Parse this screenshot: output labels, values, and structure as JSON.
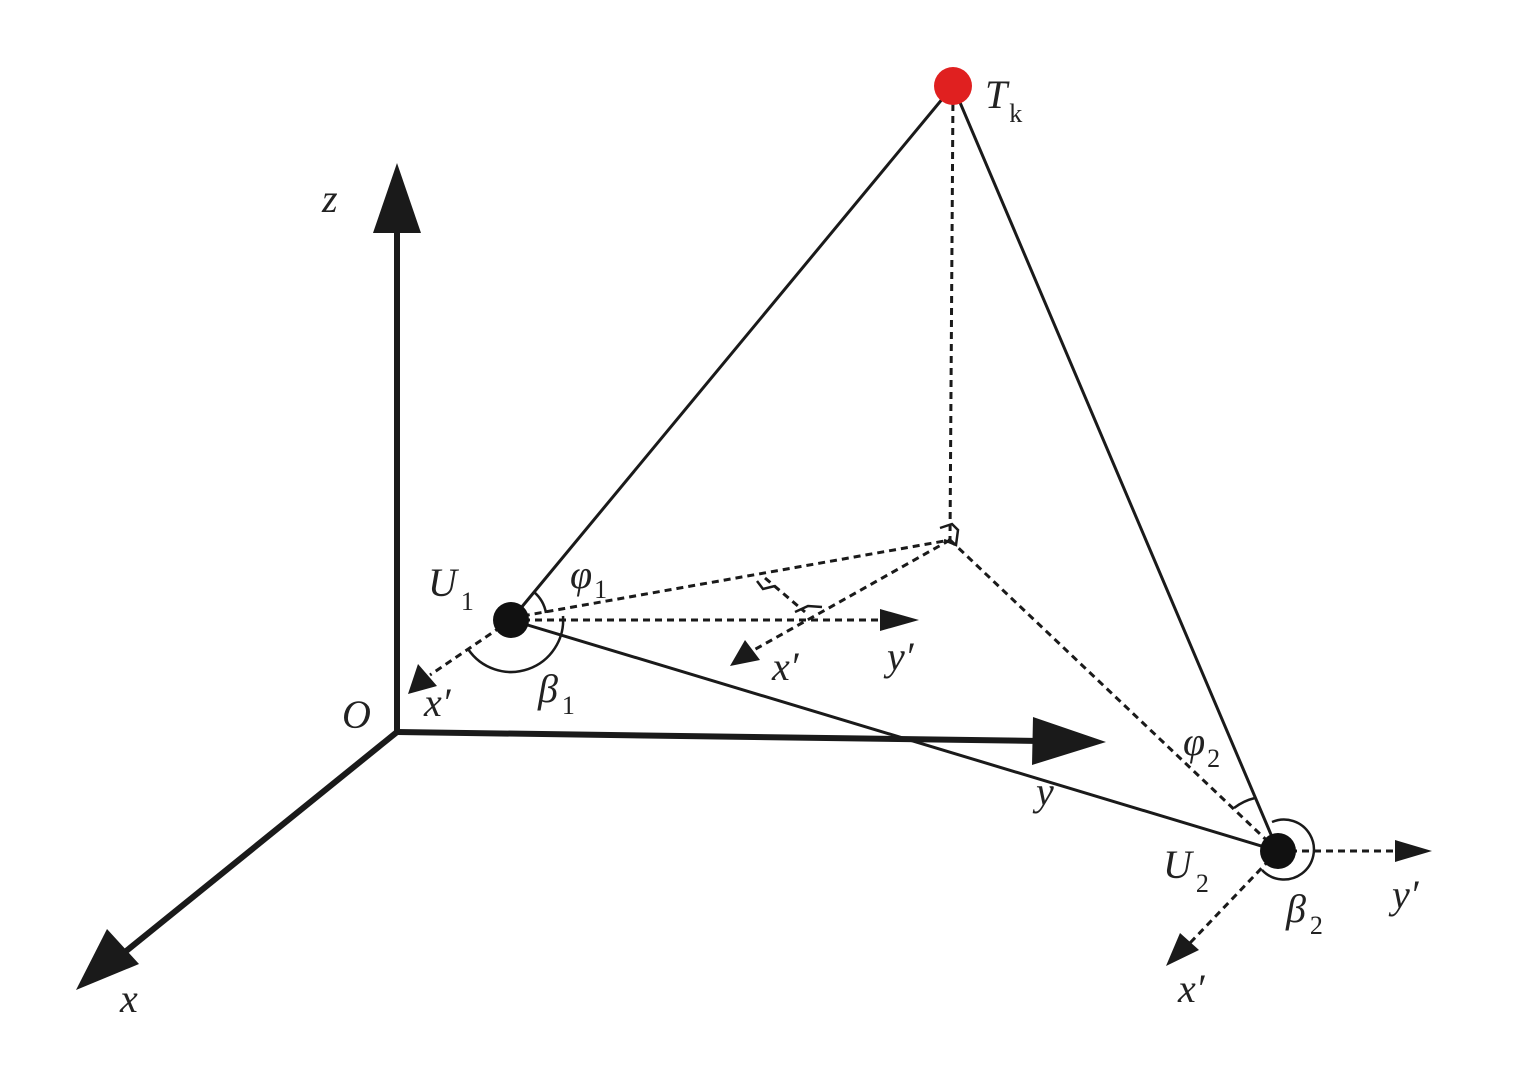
{
  "diagram": {
    "title_labels": {
      "z_axis": "z",
      "y_axis": "y",
      "x_axis": "x",
      "origin": "O"
    },
    "target": {
      "main": "T",
      "sub": "k",
      "color": "#e02020"
    },
    "node_u1": {
      "main": "U",
      "sub": "1"
    },
    "node_u2": {
      "main": "U",
      "sub": "2"
    },
    "angle_phi1": {
      "main": "φ",
      "sub": "1"
    },
    "angle_phi2": {
      "main": "φ",
      "sub": "2"
    },
    "angle_beta1": {
      "main": "β",
      "sub": "1"
    },
    "angle_beta2": {
      "main": "β",
      "sub": "2"
    },
    "u1_local_x": "x′",
    "u1_local_y": "y′",
    "proj_local_x": "x′",
    "u2_local_x": "x′",
    "u2_local_y": "y′"
  }
}
